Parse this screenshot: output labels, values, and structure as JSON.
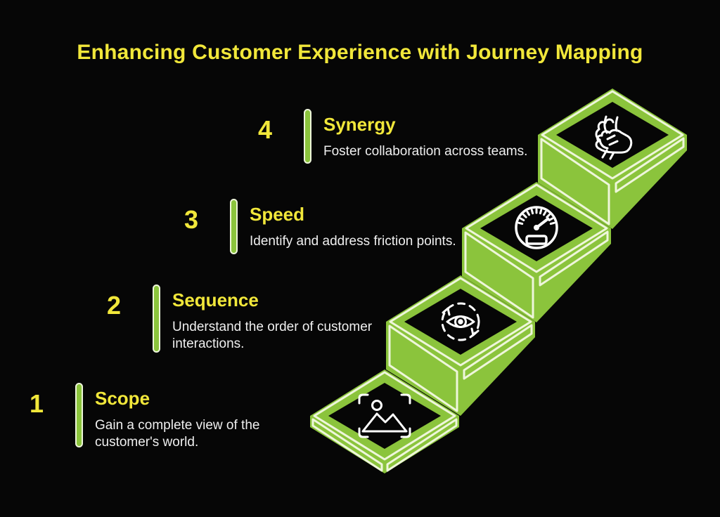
{
  "title": "Enhancing Customer Experience with Journey Mapping",
  "colors": {
    "background": "#060606",
    "green": "#8bc43c",
    "pale_outline": "#eef6db",
    "yellow": "#f1e73a",
    "description_text": "#efefef",
    "icon_stroke": "#ffffff"
  },
  "steps": [
    {
      "number": "1",
      "label": "Scope",
      "description_lines": [
        "Gain a complete view of the",
        "customer's world."
      ],
      "icon": "image-scope-icon"
    },
    {
      "number": "2",
      "label": "Sequence",
      "description_lines": [
        "Understand the order of customer",
        "interactions."
      ],
      "icon": "cycle-eye-icon"
    },
    {
      "number": "3",
      "label": "Speed",
      "description_lines": [
        "Identify and address friction points."
      ],
      "icon": "speedometer-icon"
    },
    {
      "number": "4",
      "label": "Synergy",
      "description_lines": [
        "Foster collaboration across teams."
      ],
      "icon": "hands-stack-icon"
    }
  ]
}
